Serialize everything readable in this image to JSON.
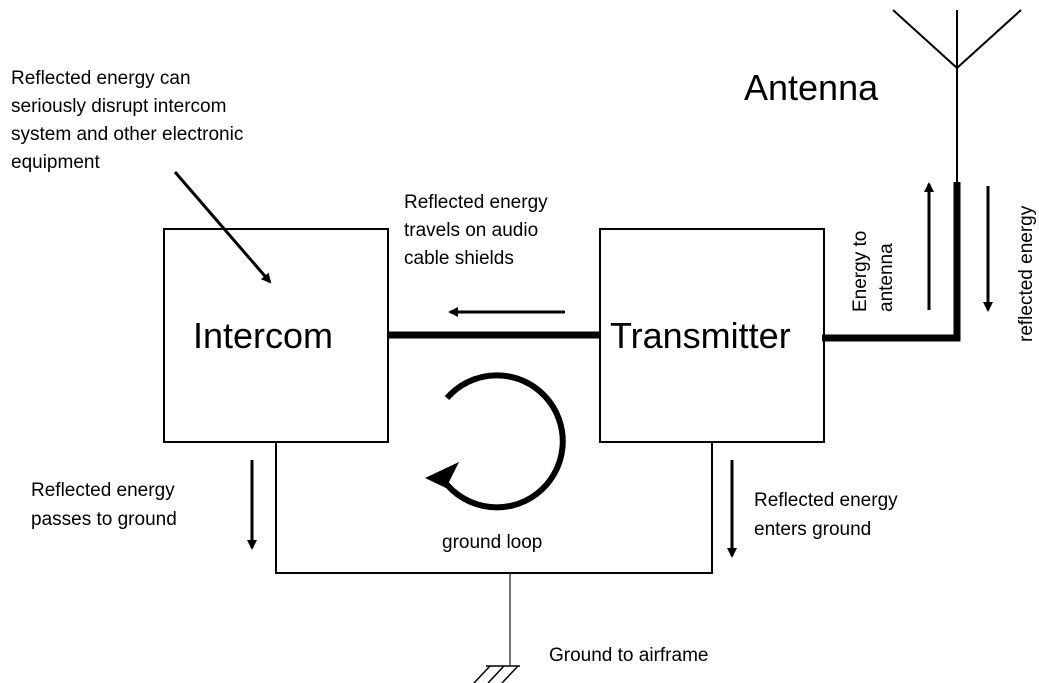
{
  "labels": {
    "antenna": "Antenna",
    "intercom": "Intercom",
    "transmitter": "Transmitter",
    "note_top_left": [
      "Reflected energy can",
      "seriously disrupt intercom",
      "system and other electronic",
      "equipment"
    ],
    "cable_note": [
      "Reflected energy",
      "travels on audio",
      "cable shields"
    ],
    "energy_to_antenna": [
      "Energy to",
      "antenna"
    ],
    "reflected_energy_vertical": "reflected energy",
    "passes_to_ground": [
      "Reflected energy",
      "passes to ground"
    ],
    "enters_ground": [
      "Reflected energy",
      "enters ground"
    ],
    "ground_loop": "ground loop",
    "ground_to_airframe": "Ground to airframe"
  }
}
